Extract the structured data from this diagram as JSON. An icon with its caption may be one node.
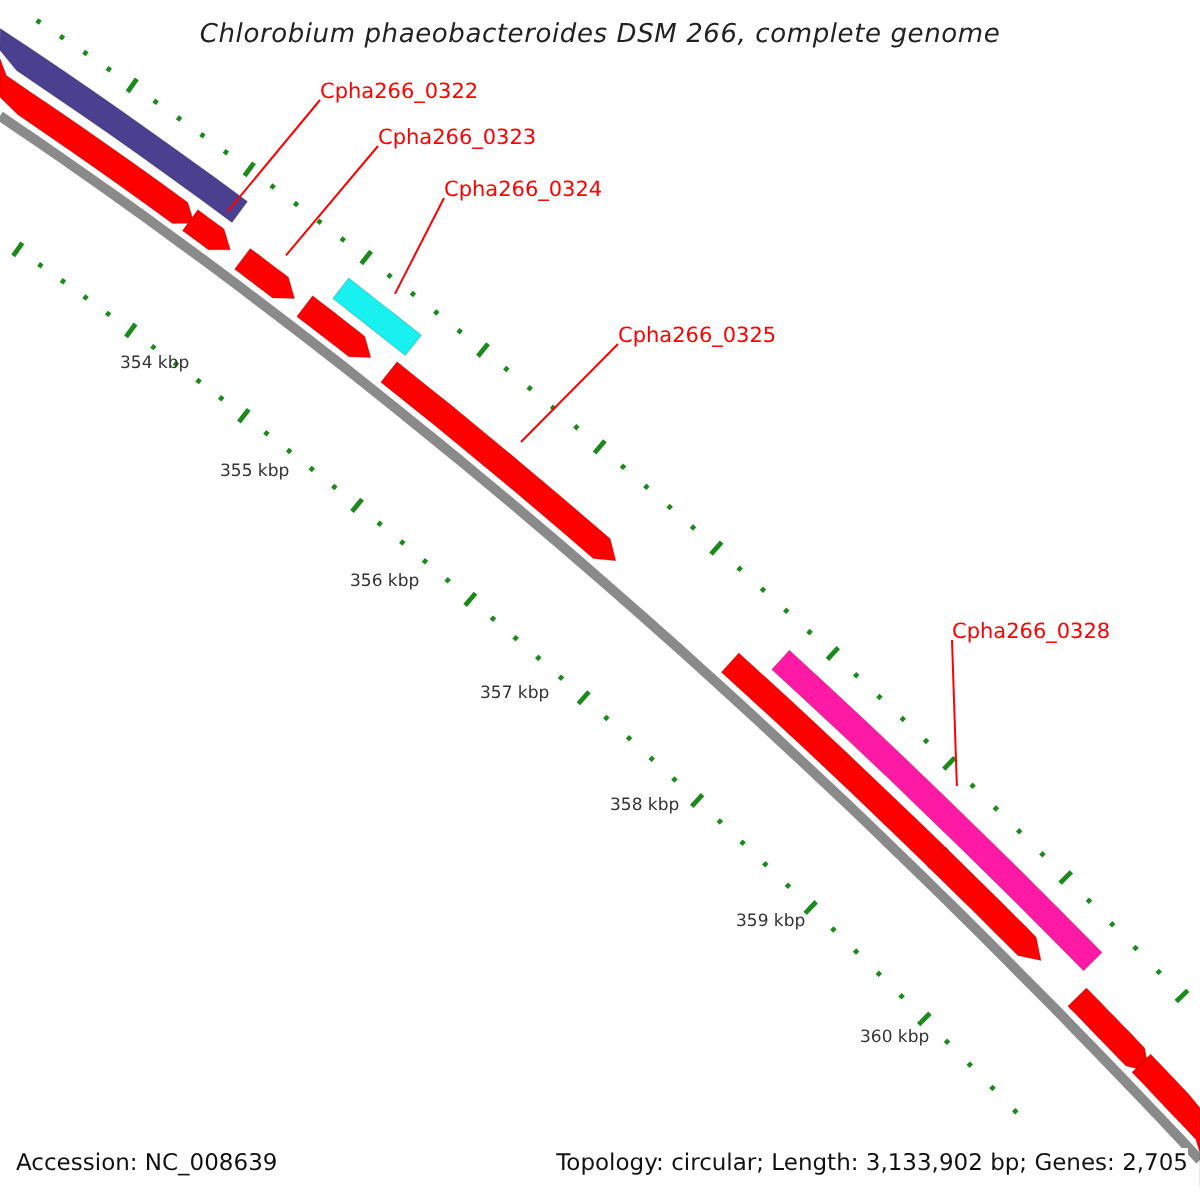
{
  "diagram": {
    "title": "Chlorobium phaeobacteroides DSM 266, complete genome",
    "nodes": [
      {
        "text": [
          "Cpha266_0322"
        ]
      },
      {
        "text": [
          "Cpha266_0323"
        ]
      },
      {
        "text": [
          "Cpha266_0324"
        ]
      },
      {
        "text": [
          "Cpha266_0325"
        ]
      },
      {
        "text": [
          "Cpha266_0328"
        ]
      },
      {
        "text": [],
        "shape": "bar"
      },
      {
        "text": [],
        "shape": "arrow"
      },
      {
        "text": [],
        "shape": "arrow"
      },
      {
        "text": [],
        "shape": "arrow"
      },
      {
        "text": [],
        "shape": "arrow"
      },
      {
        "text": [],
        "shape": "bar"
      },
      {
        "text": [],
        "shape": "arrow"
      },
      {
        "text": [],
        "shape": "arrow"
      },
      {
        "text": [],
        "shape": "bar"
      },
      {
        "text": [],
        "shape": "arrow"
      },
      {
        "text": [],
        "shape": "arrow"
      },
      {
        "text": [],
        "shape": "arrow"
      }
    ],
    "edges": [
      {
        "from": 0,
        "to": 7,
        "arrow": "none"
      },
      {
        "from": 1,
        "to": 8,
        "arrow": "none"
      },
      {
        "from": 2,
        "to": 10,
        "arrow": "none"
      },
      {
        "from": 3,
        "to": 11,
        "arrow": "none"
      },
      {
        "from": 4,
        "to": 13,
        "arrow": "none"
      }
    ],
    "labels": [
      "354 kbp",
      "355 kbp",
      "356 kbp",
      "357 kbp",
      "358 kbp",
      "359 kbp",
      "360 kbp",
      "Accession: NC_008639",
      "Topology: circular; Length: 3,133,902 bp; Genes: 2,705"
    ]
  }
}
